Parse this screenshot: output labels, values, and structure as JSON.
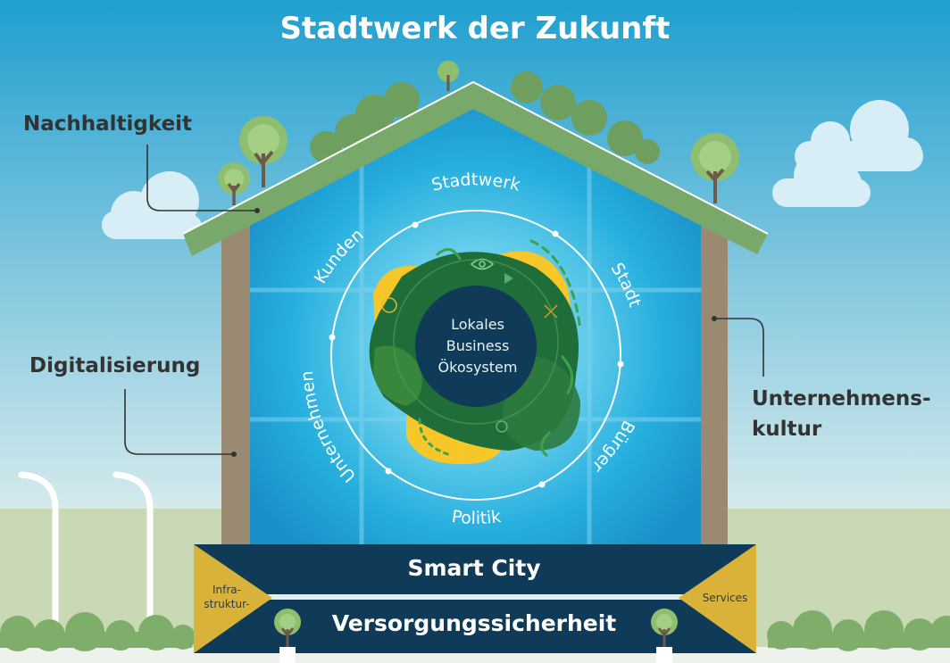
{
  "title": "Stadtwerk der Zukunft",
  "labels": {
    "nachhaltigkeit": "Nachhaltigkeit",
    "digitalisierung": "Digitalisierung",
    "unternehmenskultur_line1": "Unternehmens-",
    "unternehmenskultur_line2": "kultur"
  },
  "ring": {
    "center_line1": "Lokales",
    "center_line2": "Business",
    "center_line3": "Ökosystem",
    "stakeholders": [
      "Stadtwerk",
      "Stadt",
      "Bürger",
      "Politik",
      "Unternehmen",
      "Kunden"
    ]
  },
  "foundation": {
    "smart_city": "Smart City",
    "versorgung": "Versorgungssicherheit",
    "infra_line1": "Infra-",
    "infra_line2": "struktur-",
    "services": "Services"
  },
  "colors": {
    "sky_top": "#2aa3cf",
    "sky_bottom": "#d9ecee",
    "roof": "#79a96a",
    "wall": "#9a8a72",
    "house_glass": "#28b0d8",
    "navy": "#0f3a58",
    "gold": "#d9b23a",
    "yellow_blob": "#f7c629",
    "green_blob": "#1f6e3a"
  }
}
